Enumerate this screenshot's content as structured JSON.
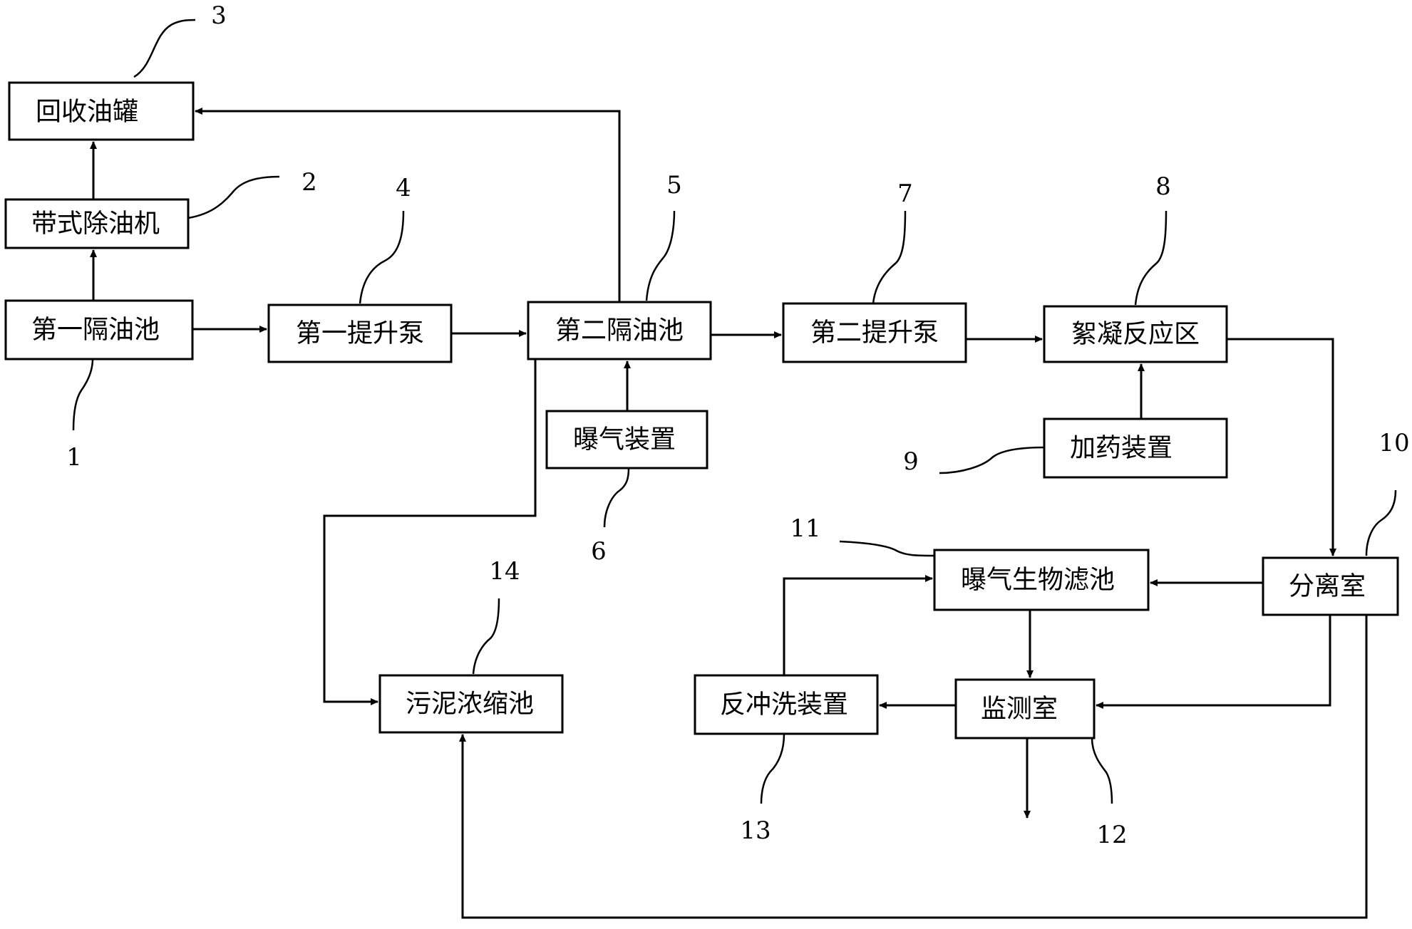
{
  "diagram": {
    "nodes": {
      "recovery_tank": "回收油罐",
      "belt_skimmer": "带式除油机",
      "first_separator": "第一隔油池",
      "first_pump": "第一提升泵",
      "second_separator": "第二隔油池",
      "aeration_device": "曝气装置",
      "second_pump": "第二提升泵",
      "flocculation_zone": "絮凝反应区",
      "dosing_device": "加药装置",
      "separation_room": "分离室",
      "biofilter": "曝气生物滤池",
      "monitoring_room": "监测室",
      "backwash_device": "反冲洗装置",
      "sludge_thickener": "污泥浓缩池"
    },
    "numbers": {
      "n1": "1",
      "n2": "2",
      "n3": "3",
      "n4": "4",
      "n5": "5",
      "n6": "6",
      "n7": "7",
      "n8": "8",
      "n9": "9",
      "n10": "10",
      "n11": "11",
      "n12": "12",
      "n13": "13",
      "n14": "14"
    }
  }
}
